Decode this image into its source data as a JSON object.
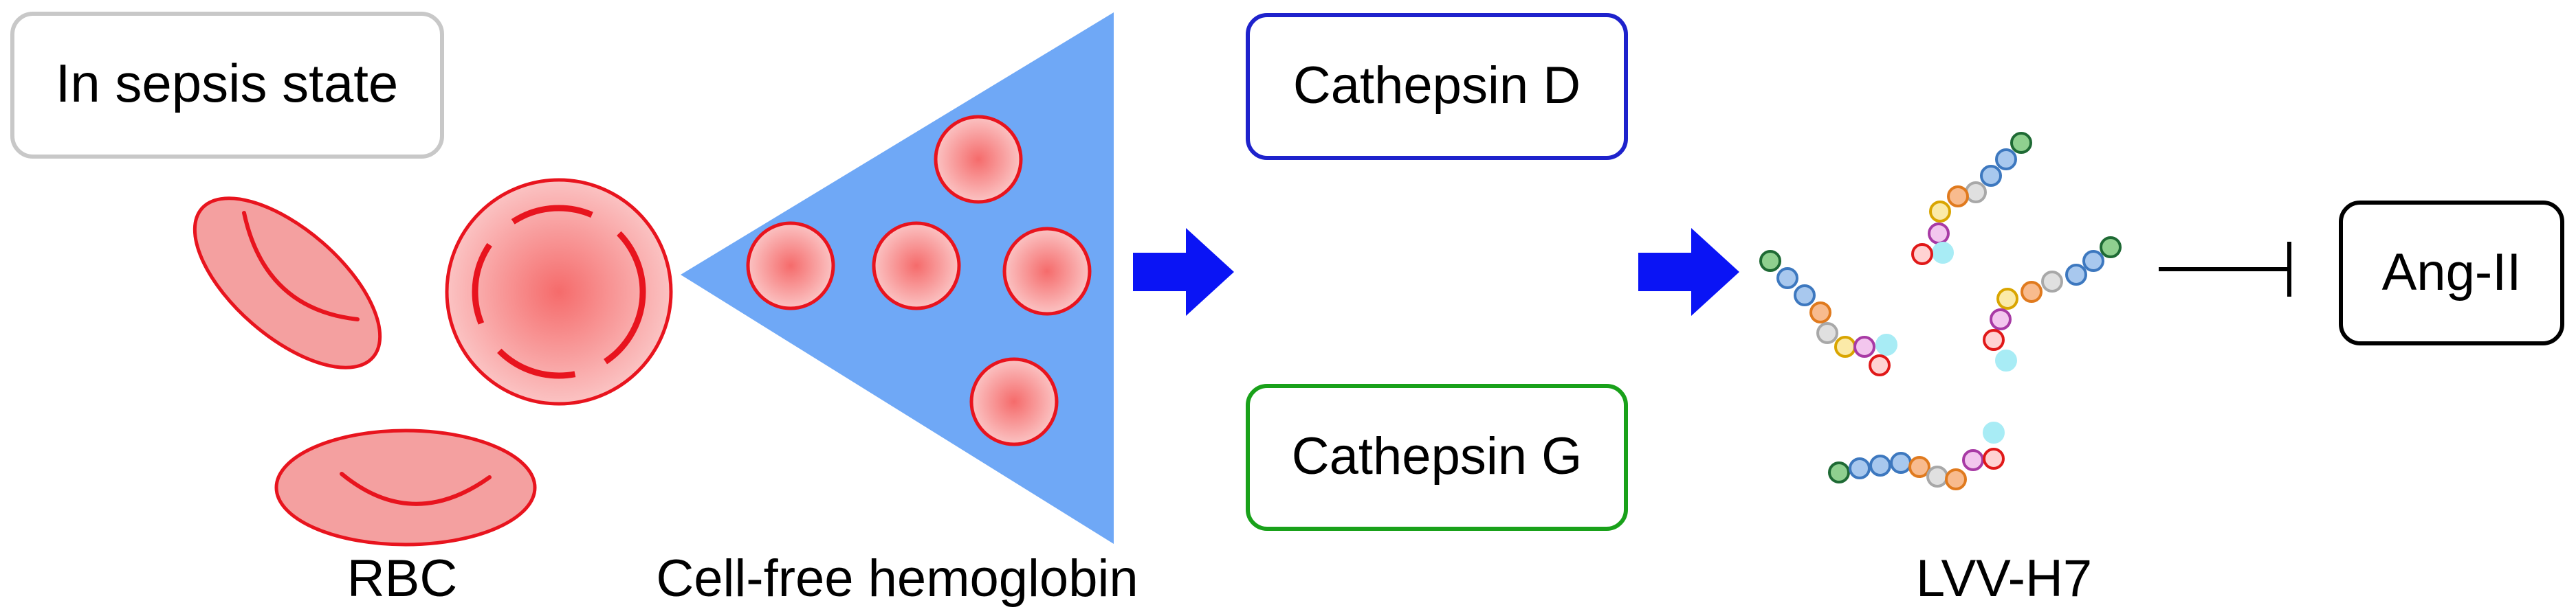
{
  "labels": {
    "state": "In sepsis state",
    "rbc": "RBC",
    "cell_free_hemoglobin": "Cell-free hemoglobin",
    "cathepsin_d": "Cathepsin D",
    "cathepsin_g": "Cathepsin G",
    "lvv_h7": "LVV-H7",
    "ang_ii": "Ang-II"
  },
  "colors": {
    "state_box_border": "#c8c8c8",
    "cathepsin_d_border": "#1e22cc",
    "cathepsin_g_border": "#19a11a",
    "ang_ii_border": "#000000",
    "rbc_fill": "#f4a0a0",
    "rbc_stroke": "#e8141e",
    "triangle_fill": "#6fa8f6",
    "arrow_fill": "#0a14f5",
    "inhibition_line": "#000000"
  },
  "icons": {
    "rbc_cells": "red-blood-cell-icons",
    "hemoglobin_molecules": "hemoglobin-circle-icons",
    "peptide_chains": "peptide-bead-chain-icons"
  },
  "relations": {
    "arrow_1": "cell-free-hemoglobin-to-cathepsins",
    "arrow_2": "cathepsins-to-lvv-h7",
    "inhibition": "lvv-h7-inhibits-ang-ii"
  }
}
